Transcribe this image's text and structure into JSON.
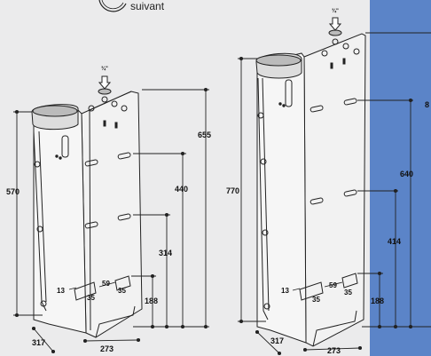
{
  "header_text": "suivant",
  "left_unit": {
    "pipe_size": "¾\"",
    "dims": {
      "total_height": "655",
      "body_height": "570",
      "slot_upper": "440",
      "slot_lower": "314",
      "bottom_slot": "188",
      "slot_spacing": "59",
      "slot_width_a": "35",
      "slot_width_b": "35",
      "slot_offset": "13",
      "depth": "317",
      "width": "273"
    }
  },
  "right_unit": {
    "pipe_size": "¾\"",
    "dims": {
      "total_height": "8",
      "body_height": "770",
      "slot_upper": "640",
      "slot_lower": "414",
      "bottom_slot": "188",
      "slot_spacing": "59",
      "slot_width_a": "35",
      "slot_width_b": "35",
      "slot_offset": "13",
      "depth": "317",
      "width": "273"
    }
  },
  "colors": {
    "background": "#ebebec",
    "accent_panel": "#5b84c8",
    "line": "#222222"
  }
}
